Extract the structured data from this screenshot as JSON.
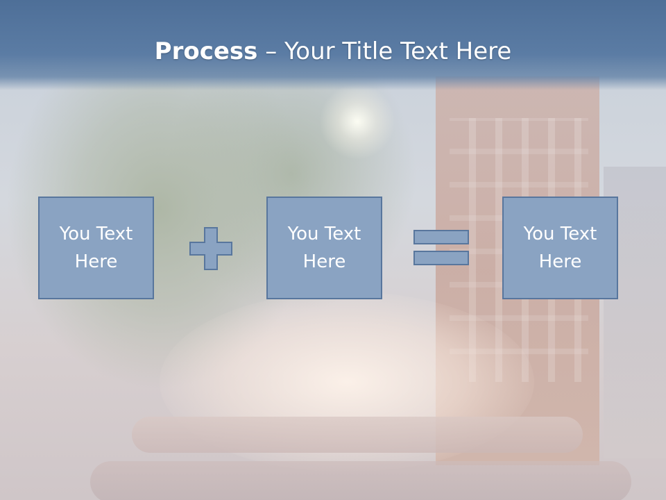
{
  "slide": {
    "title_bold": "Process",
    "title_dash": " – ",
    "title_rest": "Your Title Text Here"
  },
  "process": {
    "boxes": [
      {
        "label": "You Text Here"
      },
      {
        "label": "You Text Here"
      },
      {
        "label": "You Text Here"
      }
    ],
    "operators": [
      "plus-icon",
      "equals-icon"
    ]
  },
  "colors": {
    "header": "#5577a0",
    "box_fill": "#8aa3c2",
    "box_border": "#58769d",
    "text": "#ffffff"
  }
}
